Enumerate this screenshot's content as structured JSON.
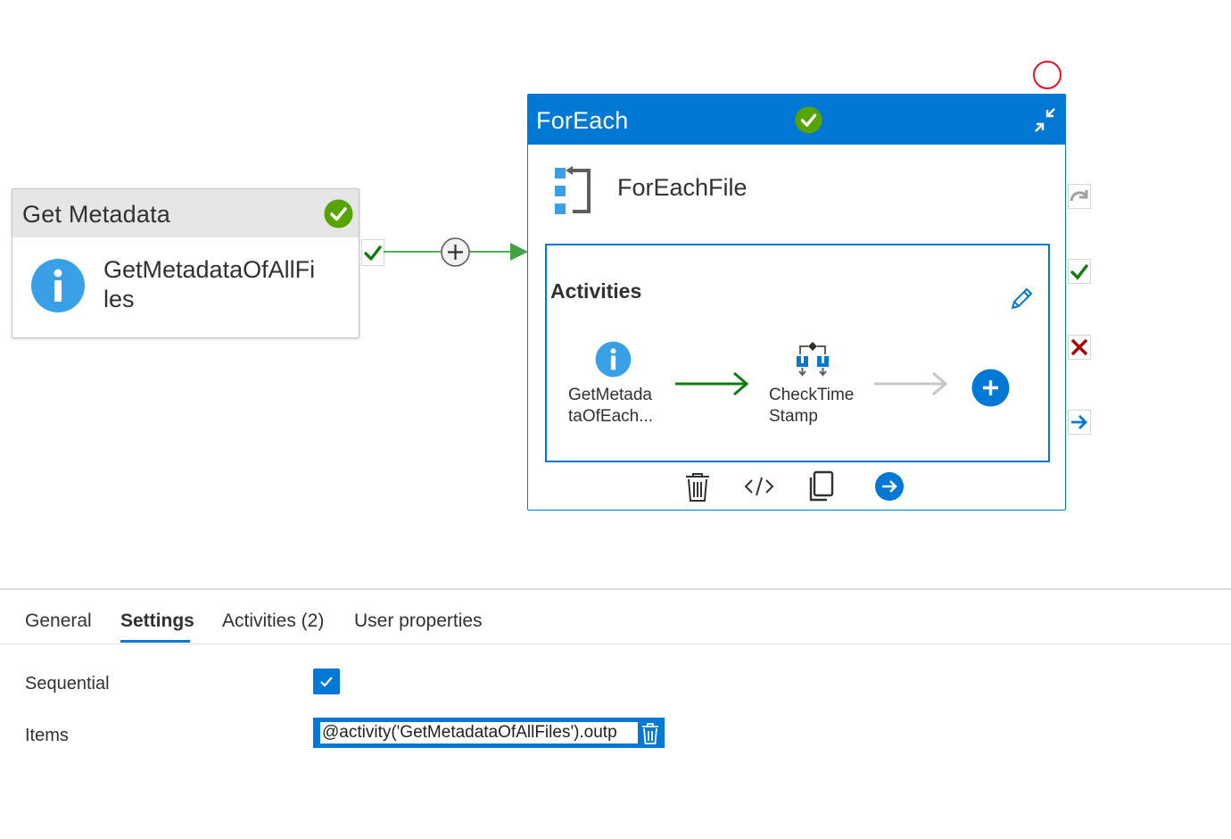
{
  "get_metadata": {
    "title": "Get Metadata",
    "activity_name": "GetMetadataOfAllFiles",
    "name_line1": "GetMetadataOfAllFi",
    "name_line2": "les"
  },
  "foreach": {
    "title": "ForEach",
    "activity_name": "ForEachFile",
    "activities_label": "Activities",
    "inner_activities": [
      {
        "line1": "GetMetada",
        "line2": "taOfEach..."
      },
      {
        "line1": "CheckTime",
        "line2": "Stamp"
      }
    ]
  },
  "tabs": [
    "General",
    "Settings",
    "Activities (2)",
    "User properties"
  ],
  "active_tab": "Settings",
  "settings": {
    "sequential_label": "Sequential",
    "sequential_checked": true,
    "items_label": "Items",
    "items_value": "@activity('GetMetadataOfAllFiles').outp"
  },
  "colors": {
    "accent": "#0078d4",
    "success": "#57a300",
    "error": "#a80000",
    "link_green": "#107c10"
  },
  "icons": [
    "success-check-icon",
    "info-icon",
    "plus-icon",
    "foreach-icon",
    "collapse-icon",
    "edit-pencil-icon",
    "if-condition-icon",
    "add-icon",
    "delete-icon",
    "code-icon",
    "copy-icon",
    "navigate-icon",
    "skip-icon",
    "on-success-icon",
    "on-failure-icon",
    "on-completion-icon"
  ]
}
